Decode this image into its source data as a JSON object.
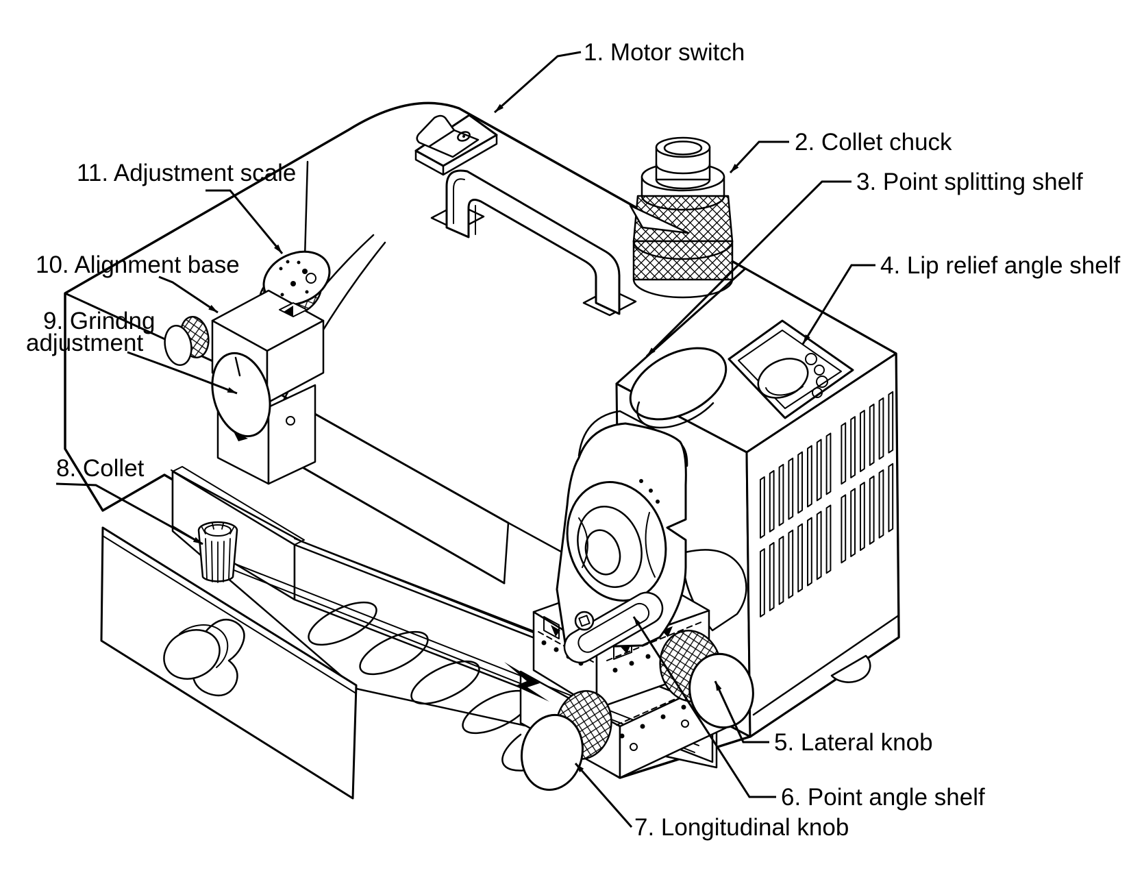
{
  "diagram": {
    "background_color": "#ffffff",
    "line_color": "#000000",
    "subject": "drill-bit-sharpener-parts-diagram",
    "labels": [
      {
        "id": "1",
        "text": "1. Motor switch",
        "target": "motor-switch"
      },
      {
        "id": "2",
        "text": "2. Collet chuck",
        "target": "collet-chuck"
      },
      {
        "id": "3",
        "text": "3. Point splitting shelf",
        "target": "point-splitting-shelf"
      },
      {
        "id": "4",
        "text": "4. Lip relief angle shelf",
        "target": "lip-relief-angle-shelf"
      },
      {
        "id": "5",
        "text": "5. Lateral knob",
        "target": "lateral-knob"
      },
      {
        "id": "6",
        "text": "6. Point angle shelf",
        "target": "point-angle-shelf"
      },
      {
        "id": "7",
        "text": "7. Longitudinal knob",
        "target": "longitudinal-knob"
      },
      {
        "id": "8",
        "text": "8. Collet",
        "target": "collet"
      },
      {
        "id": "9a",
        "text": "9. Grindng",
        "target": "grinding-adjustment"
      },
      {
        "id": "9b",
        "text": "adjustment",
        "target": "grinding-adjustment"
      },
      {
        "id": "10",
        "text": "10. Alignment base",
        "target": "alignment-base"
      },
      {
        "id": "11",
        "text": "11. Adjustment scale",
        "target": "adjustment-scale"
      }
    ]
  }
}
